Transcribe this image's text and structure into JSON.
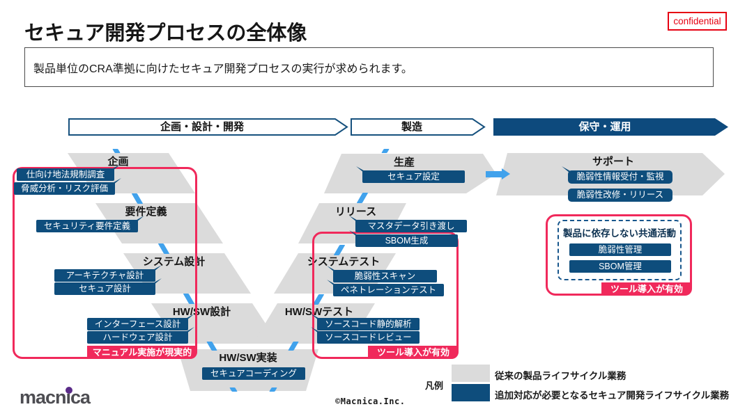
{
  "header": {
    "title": "セキュア開発プロセスの全体像",
    "confidential": "confidential",
    "subtitle": "製品単位のCRA準拠に向けたセキュア開発プロセスの実行が求められます。"
  },
  "phases": [
    {
      "label": "企画・設計・開発",
      "style": "outline"
    },
    {
      "label": "製造",
      "style": "outline"
    },
    {
      "label": "保守・運用",
      "style": "filled"
    }
  ],
  "stages": [
    {
      "name": "企画",
      "tasks": [
        {
          "label": "仕向け地法規制調査"
        },
        {
          "label": "脅威分析・リスク評価"
        }
      ]
    },
    {
      "name": "要件定義",
      "tasks": [
        {
          "label": "セキュリティ要件定義"
        }
      ]
    },
    {
      "name": "システム設計",
      "tasks": [
        {
          "label": "アーキテクチャ設計"
        },
        {
          "label": "セキュア設計"
        }
      ]
    },
    {
      "name": "HW/SW設計",
      "tasks": [
        {
          "label": "インターフェース設計"
        },
        {
          "label": "ハードウェア設計"
        }
      ]
    },
    {
      "name": "HW/SW実装",
      "tasks": [
        {
          "label": "セキュアコーディング"
        }
      ]
    },
    {
      "name": "HW/SWテスト",
      "tasks": [
        {
          "label": "ソースコード静的解析"
        },
        {
          "label": "ソースコードレビュー"
        }
      ]
    },
    {
      "name": "システムテスト",
      "tasks": [
        {
          "label": "脆弱性スキャン"
        },
        {
          "label": "ペネトレーションテスト"
        }
      ]
    },
    {
      "name": "リリース",
      "tasks": [
        {
          "label": "マスタデータ引き渡し"
        },
        {
          "label": "SBOM生成"
        }
      ]
    },
    {
      "name": "生産",
      "tasks": [
        {
          "label": "セキュア設定"
        }
      ]
    },
    {
      "name": "サポート",
      "tasks": [
        {
          "label": "脆弱性情報受付・監視"
        },
        {
          "label": "脆弱性改修・リリース"
        }
      ]
    }
  ],
  "callouts": {
    "manual": "マニュアル実施が現実的",
    "tool_v": "ツール導入が有効",
    "tool_common": "ツール導入が有効"
  },
  "common_box": {
    "title": "製品に依存しない共通活動",
    "items": [
      {
        "label": "脆弱性管理"
      },
      {
        "label": "SBOM管理"
      }
    ]
  },
  "legend": {
    "title": "凡例",
    "items": [
      {
        "label": "従来の製品ライフサイクル業務",
        "color": "#DBDBDB"
      },
      {
        "label": "追加対応が必要となるセキュア開発ライフサイクル業務",
        "color": "#0E4D7C"
      }
    ]
  },
  "footer": {
    "logo": "macnica",
    "copyright": "©Macnica.Inc."
  },
  "colors": {
    "navy": "#0E4D7C",
    "light_blue": "#41A2EC",
    "gray": "#DBDBDB",
    "pink": "#F0295B",
    "red": "#E60012"
  }
}
